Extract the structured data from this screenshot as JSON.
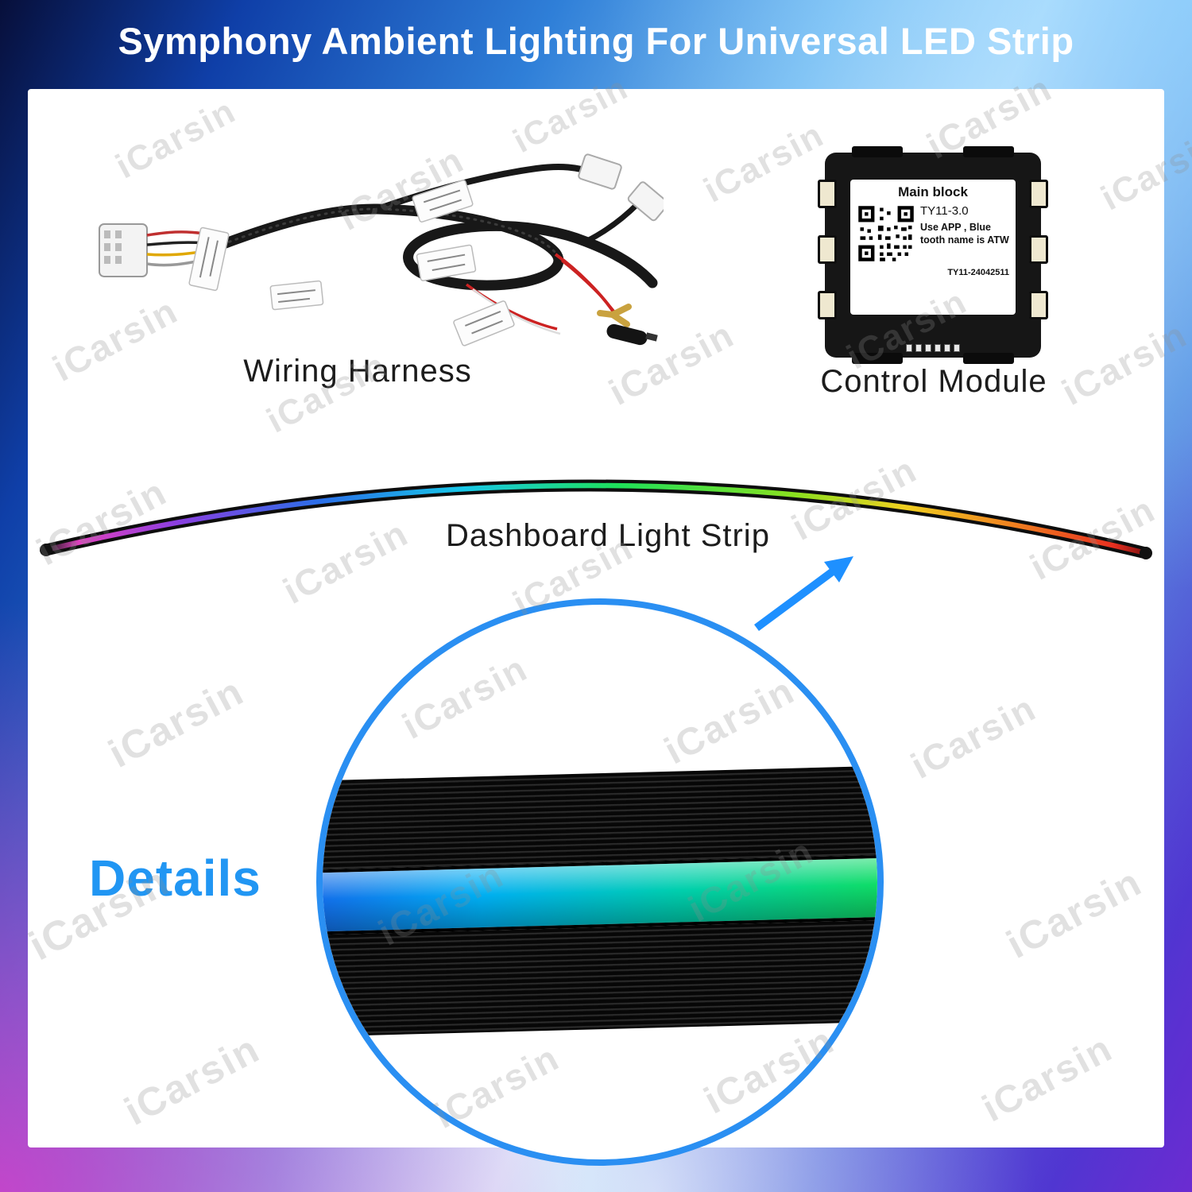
{
  "title": "Symphony Ambient Lighting For Universal LED Strip",
  "watermark": {
    "text": "iCarsin"
  },
  "harness": {
    "caption": "Wiring Harness"
  },
  "module": {
    "caption": "Control Module",
    "label_title": "Main block",
    "model": "TY11-3.0",
    "instruction": "Use APP , Blue tooth name is ATW",
    "serial": "TY11-24042511"
  },
  "strip": {
    "caption": "Dashboard Light Strip"
  },
  "details": {
    "label": "Details"
  },
  "icons": {
    "callout_arrow": "arrow-up-right",
    "qr": "qr-code"
  },
  "colors": {
    "accent_blue": "#2196f3",
    "circle_border": "#2a8ff2",
    "arrow_blue": "#1e90ff",
    "frame_blue": "#2f7fd8",
    "frame_purple": "#7a2fd0"
  }
}
